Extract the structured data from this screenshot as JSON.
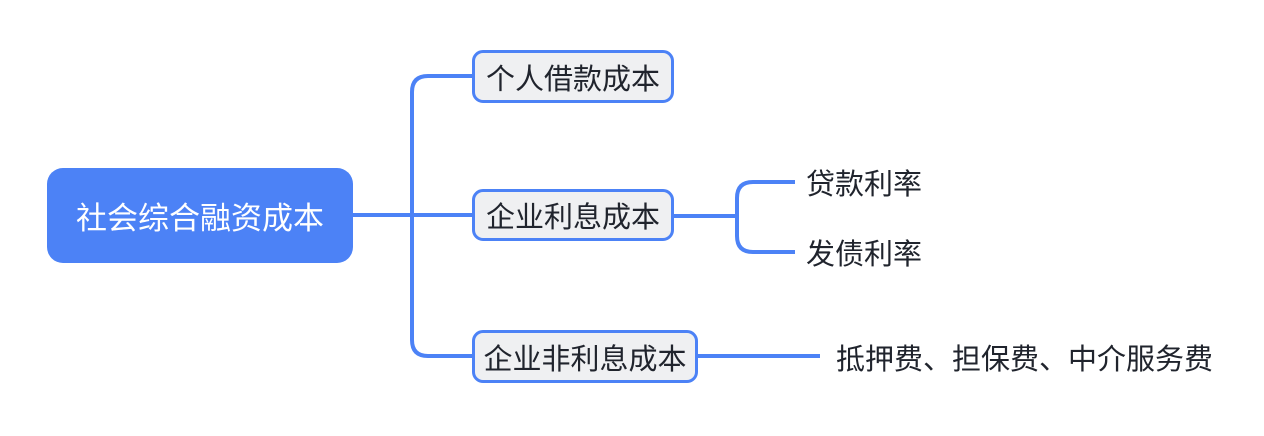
{
  "colors": {
    "background": "#ffffff",
    "accent_blue": "#4c82f6",
    "branch_fill": "#eff0f2",
    "branch_border": "#4c82f6",
    "dark_text": "#20242d",
    "root_text": "#ffffff"
  },
  "mindmap": {
    "root": {
      "label": "社会综合融资成本"
    },
    "children": [
      {
        "label": "个人借款成本",
        "children": []
      },
      {
        "label": "企业利息成本",
        "children": [
          {
            "label": "贷款利率"
          },
          {
            "label": "发债利率"
          }
        ]
      },
      {
        "label": "企业非利息成本",
        "children": [
          {
            "label": "抵押费、担保费、中介服务费"
          }
        ]
      }
    ]
  }
}
